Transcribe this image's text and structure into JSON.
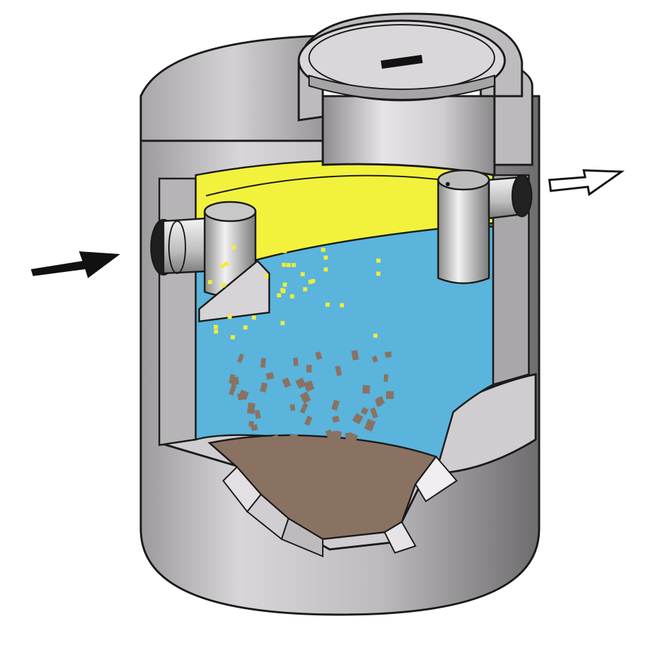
{
  "diagram": {
    "kind": "cutaway-separator-tank",
    "colors": {
      "background": "#ffffff",
      "concrete": "#c4c2c4",
      "concrete_dark": "#8f8d8f",
      "water": "#5ab4dc",
      "oil_layer": "#f2f23c",
      "sludge": "#8a7262",
      "oil_droplet": "#f0ec3c",
      "sediment_particle": "#8a7262",
      "outline": "#1a1a1a",
      "pipe": "#d0d0d0"
    },
    "arrows": {
      "inlet": {
        "style": "solid",
        "icon": "solid-arrow-right-icon"
      },
      "outlet": {
        "style": "hollow",
        "icon": "hollow-arrow-right-icon"
      }
    },
    "components": [
      "concrete-tank-shell",
      "manhole-cover",
      "inlet-pipe",
      "inlet-tee",
      "baffle",
      "outlet-pipe",
      "outlet-dip-tube",
      "oil-layer",
      "water-body",
      "sludge-layer"
    ]
  }
}
